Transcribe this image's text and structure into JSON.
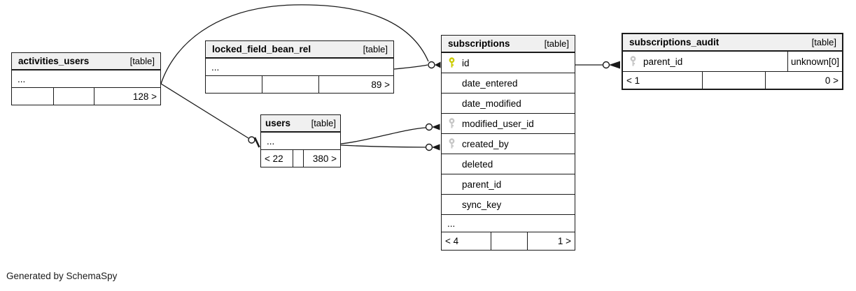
{
  "diagram": {
    "generated_by": "Generated by SchemaSpy"
  },
  "colors": {
    "primary_key": "#cccc00",
    "foreign_key": "#c6c6c6",
    "header_bg": "#f0f0f0",
    "edge": "#1a1a1a"
  },
  "icons": {
    "primary_key_icon": "key-icon-yellow",
    "foreign_key_icon": "key-icon-gray"
  },
  "tables": {
    "activities_users": {
      "name": "activities_users",
      "type_label": "[table]",
      "collapsed_columns": "...",
      "footer": {
        "in": "",
        "mid": "",
        "out": "128 >"
      }
    },
    "locked_field_bean_rel": {
      "name": "locked_field_bean_rel",
      "type_label": "[table]",
      "collapsed_columns": "...",
      "footer": {
        "in": "",
        "mid": "",
        "out": "89 >"
      }
    },
    "users": {
      "name": "users",
      "type_label": "[table]",
      "collapsed_columns": "...",
      "footer": {
        "in": "< 22",
        "mid": "",
        "out": "380 >"
      }
    },
    "subscriptions": {
      "name": "subscriptions",
      "type_label": "[table]",
      "columns": [
        {
          "name": "id",
          "key": "primary"
        },
        {
          "name": "date_entered",
          "key": ""
        },
        {
          "name": "date_modified",
          "key": ""
        },
        {
          "name": "modified_user_id",
          "key": "foreign"
        },
        {
          "name": "created_by",
          "key": "foreign"
        },
        {
          "name": "deleted",
          "key": ""
        },
        {
          "name": "parent_id",
          "key": ""
        },
        {
          "name": "sync_key",
          "key": ""
        }
      ],
      "collapsed_columns": "...",
      "footer": {
        "in": "< 4",
        "mid": "",
        "out": "1 >"
      }
    },
    "subscriptions_audit": {
      "name": "subscriptions_audit",
      "type_label": "[table]",
      "columns": [
        {
          "name": "parent_id",
          "key": "foreign",
          "data_type": "unknown[0]"
        }
      ],
      "footer": {
        "in": "< 1",
        "mid": "",
        "out": "0 >"
      }
    }
  }
}
